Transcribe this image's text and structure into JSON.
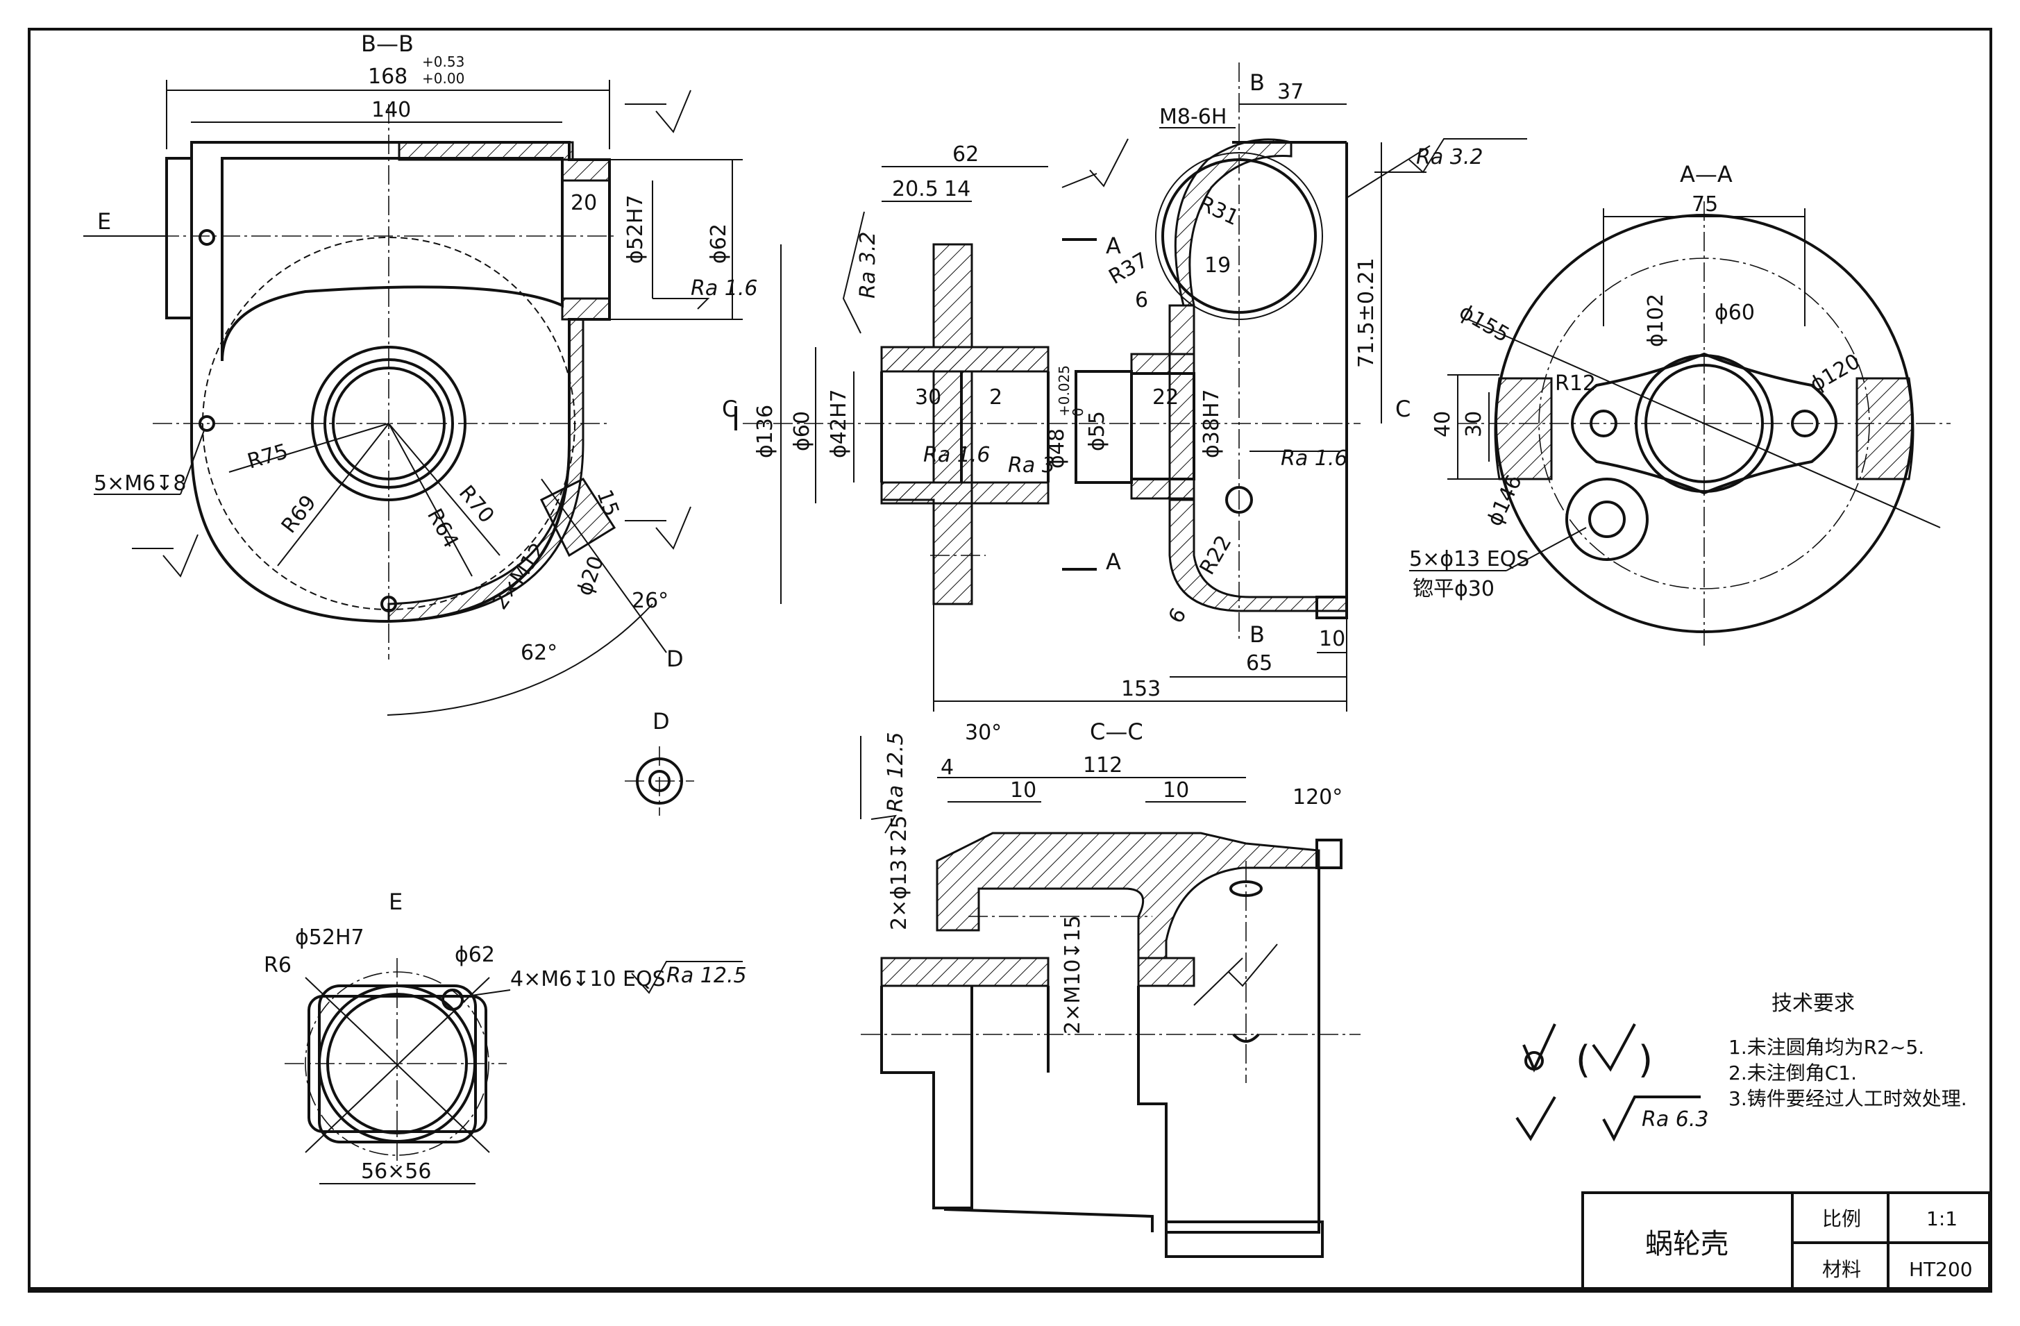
{
  "title_block": {
    "part_name": "蜗轮壳",
    "scale_label": "比例",
    "scale_value": "1:1",
    "material_label": "材料",
    "material_value": "HT200"
  },
  "tech_requirements": {
    "heading": "技术要求",
    "items": [
      "1.未注圆角均为R2~5.",
      "2.未注倒角C1.",
      "3.铸件要经过人工时效处理."
    ],
    "roughness_default": "Ra 6.3"
  },
  "views": {
    "bb": {
      "label": "B—B",
      "width_dim": "168",
      "tol_upper": "+0.53",
      "tol_lower": "+0.00",
      "dim_140": "140",
      "dim_20": "20",
      "dim_52h7": "ϕ52H7",
      "dim_62": "ϕ62",
      "ra_bore": "Ra 1.6",
      "label_e": "E",
      "dim_r75": "R75",
      "dim_r69": "R69",
      "dim_r64": "R64",
      "dim_r70": "R70",
      "thread_note": "5×M6↧8",
      "dim_15": "15",
      "dim_2m12": "2×M12",
      "dim_phi20": "ϕ20",
      "angle_26": "26°",
      "angle_62": "62°",
      "label_d": "D"
    },
    "center": {
      "dim_62": "62",
      "dim_20_5": "20.5",
      "dim_14": "14",
      "ra_32": "Ra 3.2",
      "dim_136": "ϕ136",
      "dim_60": "ϕ60",
      "dim_42h7": "ϕ42H7",
      "dim_30": "30",
      "dim_2": "2",
      "dim_48": "ϕ48",
      "tol_48_upper": "+0.025",
      "tol_48_lower": "0",
      "dim_55": "ϕ55",
      "dim_22": "22",
      "dim_38h7": "ϕ38H7",
      "ra_16a": "Ra 1.6",
      "ra_3": "Ra 3",
      "ra_16b": "Ra 1.6",
      "label_c": "C",
      "label_a": "A",
      "label_b": "B",
      "dim_m8": "M8-6H",
      "dim_37": "37",
      "ra_top": "Ra 3.2",
      "dim_r31": "R31",
      "dim_r37": "R37",
      "dim_19": "19",
      "dim_6a": "6",
      "dim_715": "71.5±0.21",
      "dim_r22": "R22",
      "dim_6b": "6",
      "dim_10": "10",
      "dim_65": "65",
      "dim_153": "153"
    },
    "aa": {
      "label": "A—A",
      "dim_75": "75",
      "dim_155": "ϕ155",
      "dim_102": "ϕ102",
      "dim_60": "ϕ60",
      "dim_r12": "R12",
      "dim_120": "ϕ120",
      "dim_40": "40",
      "dim_30": "30",
      "dim_146": "ϕ146",
      "hole_note": "5×ϕ13 EQS",
      "spot_note": "锪平ϕ30",
      "label_c": "C"
    },
    "d_view": {
      "label": "D"
    },
    "e_view": {
      "label": "E",
      "dim_52h7": "ϕ52H7",
      "dim_r6": "R6",
      "dim_62": "ϕ62",
      "thread_note": "4×M6↧10 EQS",
      "ra": "Ra 12.5",
      "dim_56": "56×56"
    },
    "cc": {
      "label": "C—C",
      "angle_30": "30°",
      "dim_112": "112",
      "dim_10a": "10",
      "dim_10b": "10",
      "angle_120": "120°",
      "dim_4": "4",
      "ra_125": "Ra 12.5",
      "hole_note": "2×ϕ13↧25",
      "thread_note": "2×M10↧15"
    }
  }
}
